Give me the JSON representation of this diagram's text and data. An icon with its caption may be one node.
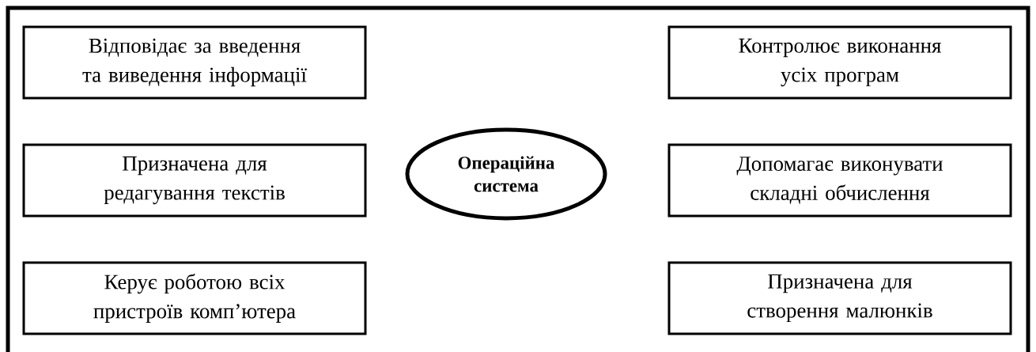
{
  "diagram": {
    "nodes": [
      {
        "text": [],
        "shape": "box"
      },
      {
        "text": [
          "Відповідає за введення та виведення інформації"
        ],
        "in": 0
      },
      {
        "text": [
          "Призначена для редагування текстів"
        ],
        "in": 0
      },
      {
        "text": [
          "Керує роботою всіх пристроїв комп’ютера"
        ],
        "in": 0
      },
      {
        "text": [
          "Операційна система"
        ],
        "in": 0
      },
      {
        "text": [
          "Контролює виконання усіх програм"
        ],
        "in": 0
      },
      {
        "text": [
          "Допомагає виконувати складні обчислення"
        ],
        "in": 0
      },
      {
        "text": [
          "Призначена для створення малюнків"
        ],
        "in": 0
      }
    ]
  }
}
